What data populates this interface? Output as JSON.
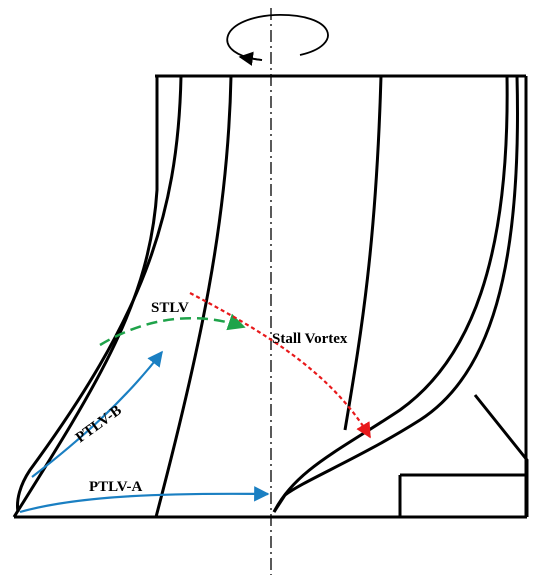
{
  "labels": {
    "stlv": "STLV",
    "stall_vortex": "Stall Vortex",
    "ptlv_b": "PTLV-B",
    "ptlv_a": "PTLV-A"
  },
  "colors": {
    "outline": "#000000",
    "ptlv": "#1a7fc2",
    "stlv": "#1fa34a",
    "stall_vortex": "#e8191b"
  }
}
